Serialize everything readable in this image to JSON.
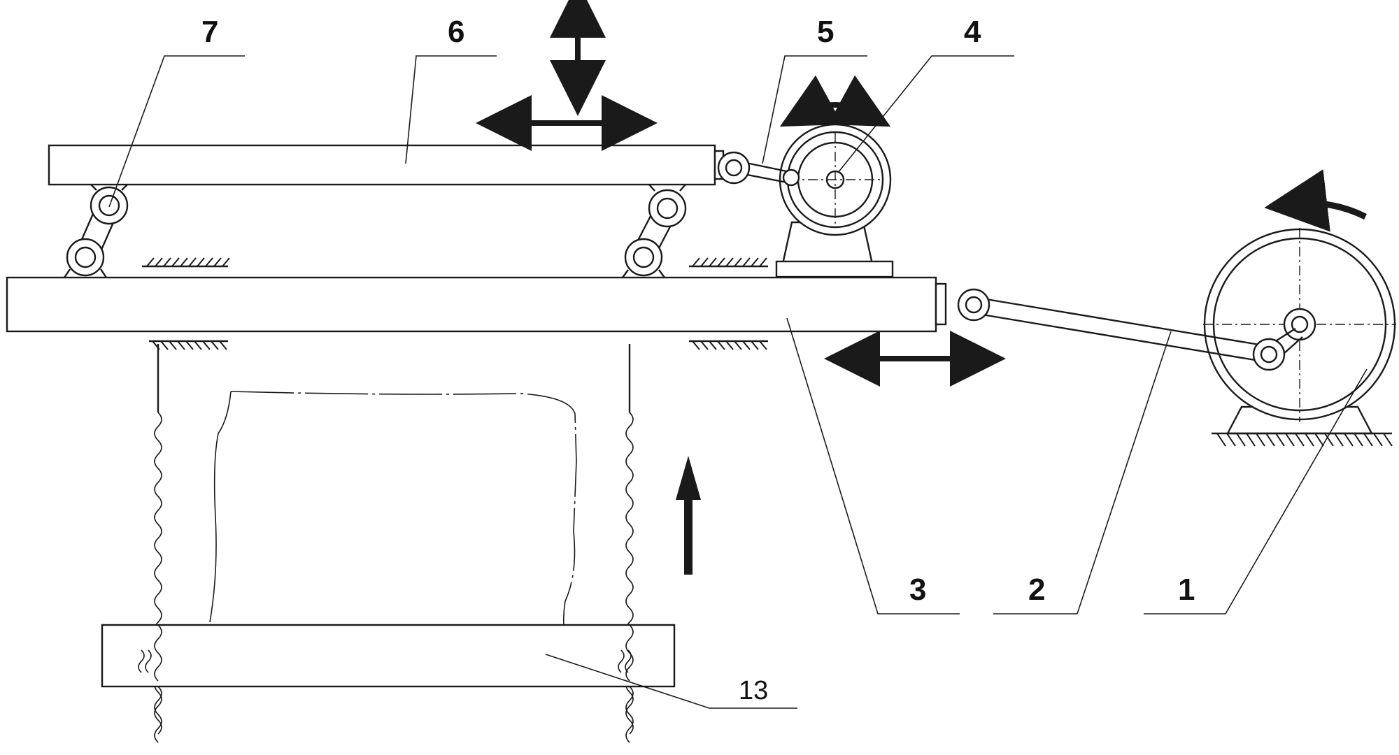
{
  "diagram": {
    "labels": {
      "part_1": "1",
      "part_2": "2",
      "part_3": "3",
      "part_4": "4",
      "part_5": "5",
      "part_6": "6",
      "part_7": "7",
      "part_13": "13"
    },
    "colors": {
      "line": "#1a1a1a",
      "background": "#ffffff"
    }
  }
}
